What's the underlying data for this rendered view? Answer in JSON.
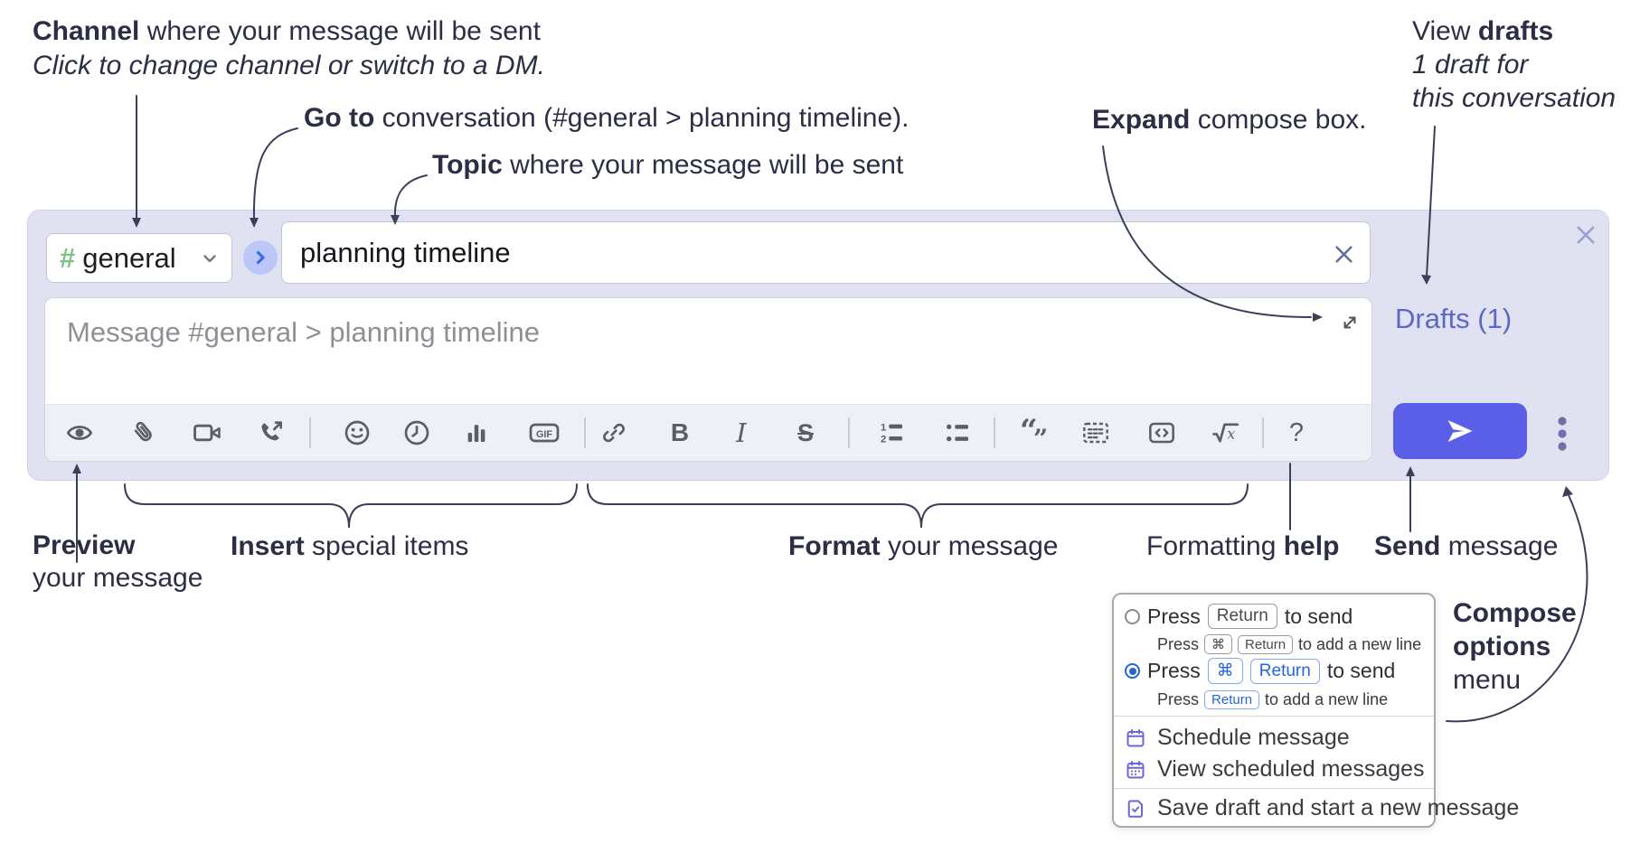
{
  "annotations": {
    "channel": {
      "bold": "Channel",
      "text": " where your message will be sent",
      "sub": "Click to change channel or switch to a DM."
    },
    "goto": {
      "bold": "Go to",
      "text": " conversation (#general > planning timeline)."
    },
    "topic": {
      "bold": "Topic",
      "text": " where your message will be sent"
    },
    "expand": {
      "bold": "Expand",
      "text": " compose box."
    },
    "drafts": {
      "pre": "View ",
      "bold": "drafts",
      "line2": "1 draft for",
      "line3": "this conversation"
    },
    "preview": {
      "bold": "Preview",
      "line2": "your message"
    },
    "insert": {
      "bold": "Insert",
      "text": " special items"
    },
    "format": {
      "bold": "Format",
      "text": " your message"
    },
    "help": {
      "pre": "Formatting ",
      "bold": "help"
    },
    "send": {
      "bold": "Send",
      "text": " message"
    },
    "compose_options": {
      "line1": "Compose",
      "line2": "options",
      "line3": "menu"
    }
  },
  "compose": {
    "channel_hash": "#",
    "channel_name": "general",
    "topic_value": "planning timeline",
    "message_placeholder": "Message #general > planning timeline",
    "drafts_link": "Drafts (1)"
  },
  "toolbar": {
    "icons": [
      "preview",
      "attach-file",
      "video-call",
      "voice-call",
      "emoji",
      "time",
      "poll",
      "gif",
      "link",
      "bold",
      "italic",
      "strikethrough",
      "numbered-list",
      "bulleted-list",
      "quote",
      "spoiler",
      "code",
      "math",
      "help"
    ],
    "gif_label": "GIF",
    "bold_glyph": "B",
    "italic_glyph": "I",
    "strike_glyph": "S",
    "help_glyph": "?"
  },
  "popup": {
    "options": [
      {
        "press": "Press",
        "keys": [
          "Return"
        ],
        "suffix": "to send",
        "sub_press": "Press",
        "sub_keys": [
          "⌘",
          "Return"
        ],
        "sub_suffix": "to add a new line",
        "selected": false
      },
      {
        "press": "Press",
        "keys": [
          "⌘",
          "Return"
        ],
        "suffix": "to send",
        "sub_press": "Press",
        "sub_keys": [
          "Return"
        ],
        "sub_suffix": "to add a new line",
        "selected": true
      }
    ],
    "items": [
      "Schedule message",
      "View scheduled messages",
      "Save draft and start a new message"
    ]
  },
  "colors": {
    "send_button": "#5b5fe8",
    "drafts_link": "#5a68c8",
    "selected_key_blue": "#2465dd",
    "menu_icon_purple": "#6b66d8",
    "channel_hash_green": "#7cc47f",
    "go_circle_bg": "#bac7f7",
    "go_circle_arrow": "#3b6be8",
    "annotation_text": "#2b2e45",
    "compose_bg": "#e0e2f2",
    "toolbar_icon": "#5c5e64"
  }
}
